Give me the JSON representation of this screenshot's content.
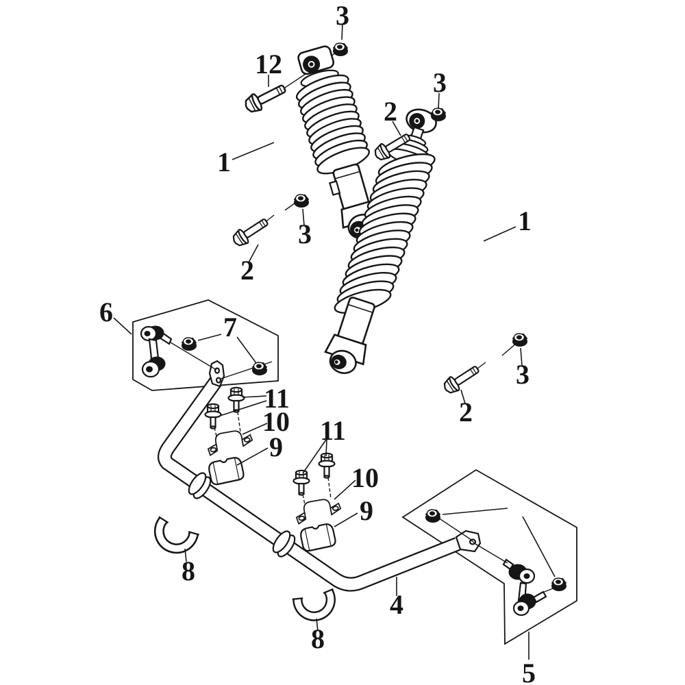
{
  "colors": {
    "background": "#ffffff",
    "line": "#161616"
  },
  "callouts": {
    "c1": "1",
    "c2": "2",
    "c3": "3",
    "c4": "4",
    "c5": "5",
    "c6": "6",
    "c7": "7",
    "c8": "8",
    "c9": "9",
    "c10": "10",
    "c11": "11",
    "c12": "12"
  }
}
